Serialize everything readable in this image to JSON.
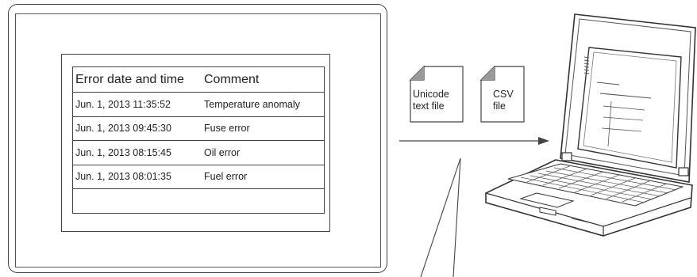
{
  "table": {
    "headers": [
      "Error date and time",
      "Comment"
    ],
    "rows": [
      {
        "datetime": "Jun. 1, 2013 11:35:52",
        "comment": "Temperature anomaly"
      },
      {
        "datetime": "Jun. 1, 2013 09:45:30",
        "comment": "Fuse error"
      },
      {
        "datetime": "Jun. 1, 2013 08:15:45",
        "comment": "Oil error"
      },
      {
        "datetime": "Jun. 1, 2013 08:01:35",
        "comment": "Fuel error"
      }
    ]
  },
  "files": [
    {
      "line1": "Unicode",
      "line2": "text file"
    },
    {
      "line1": "CSV",
      "line2": "file"
    }
  ]
}
